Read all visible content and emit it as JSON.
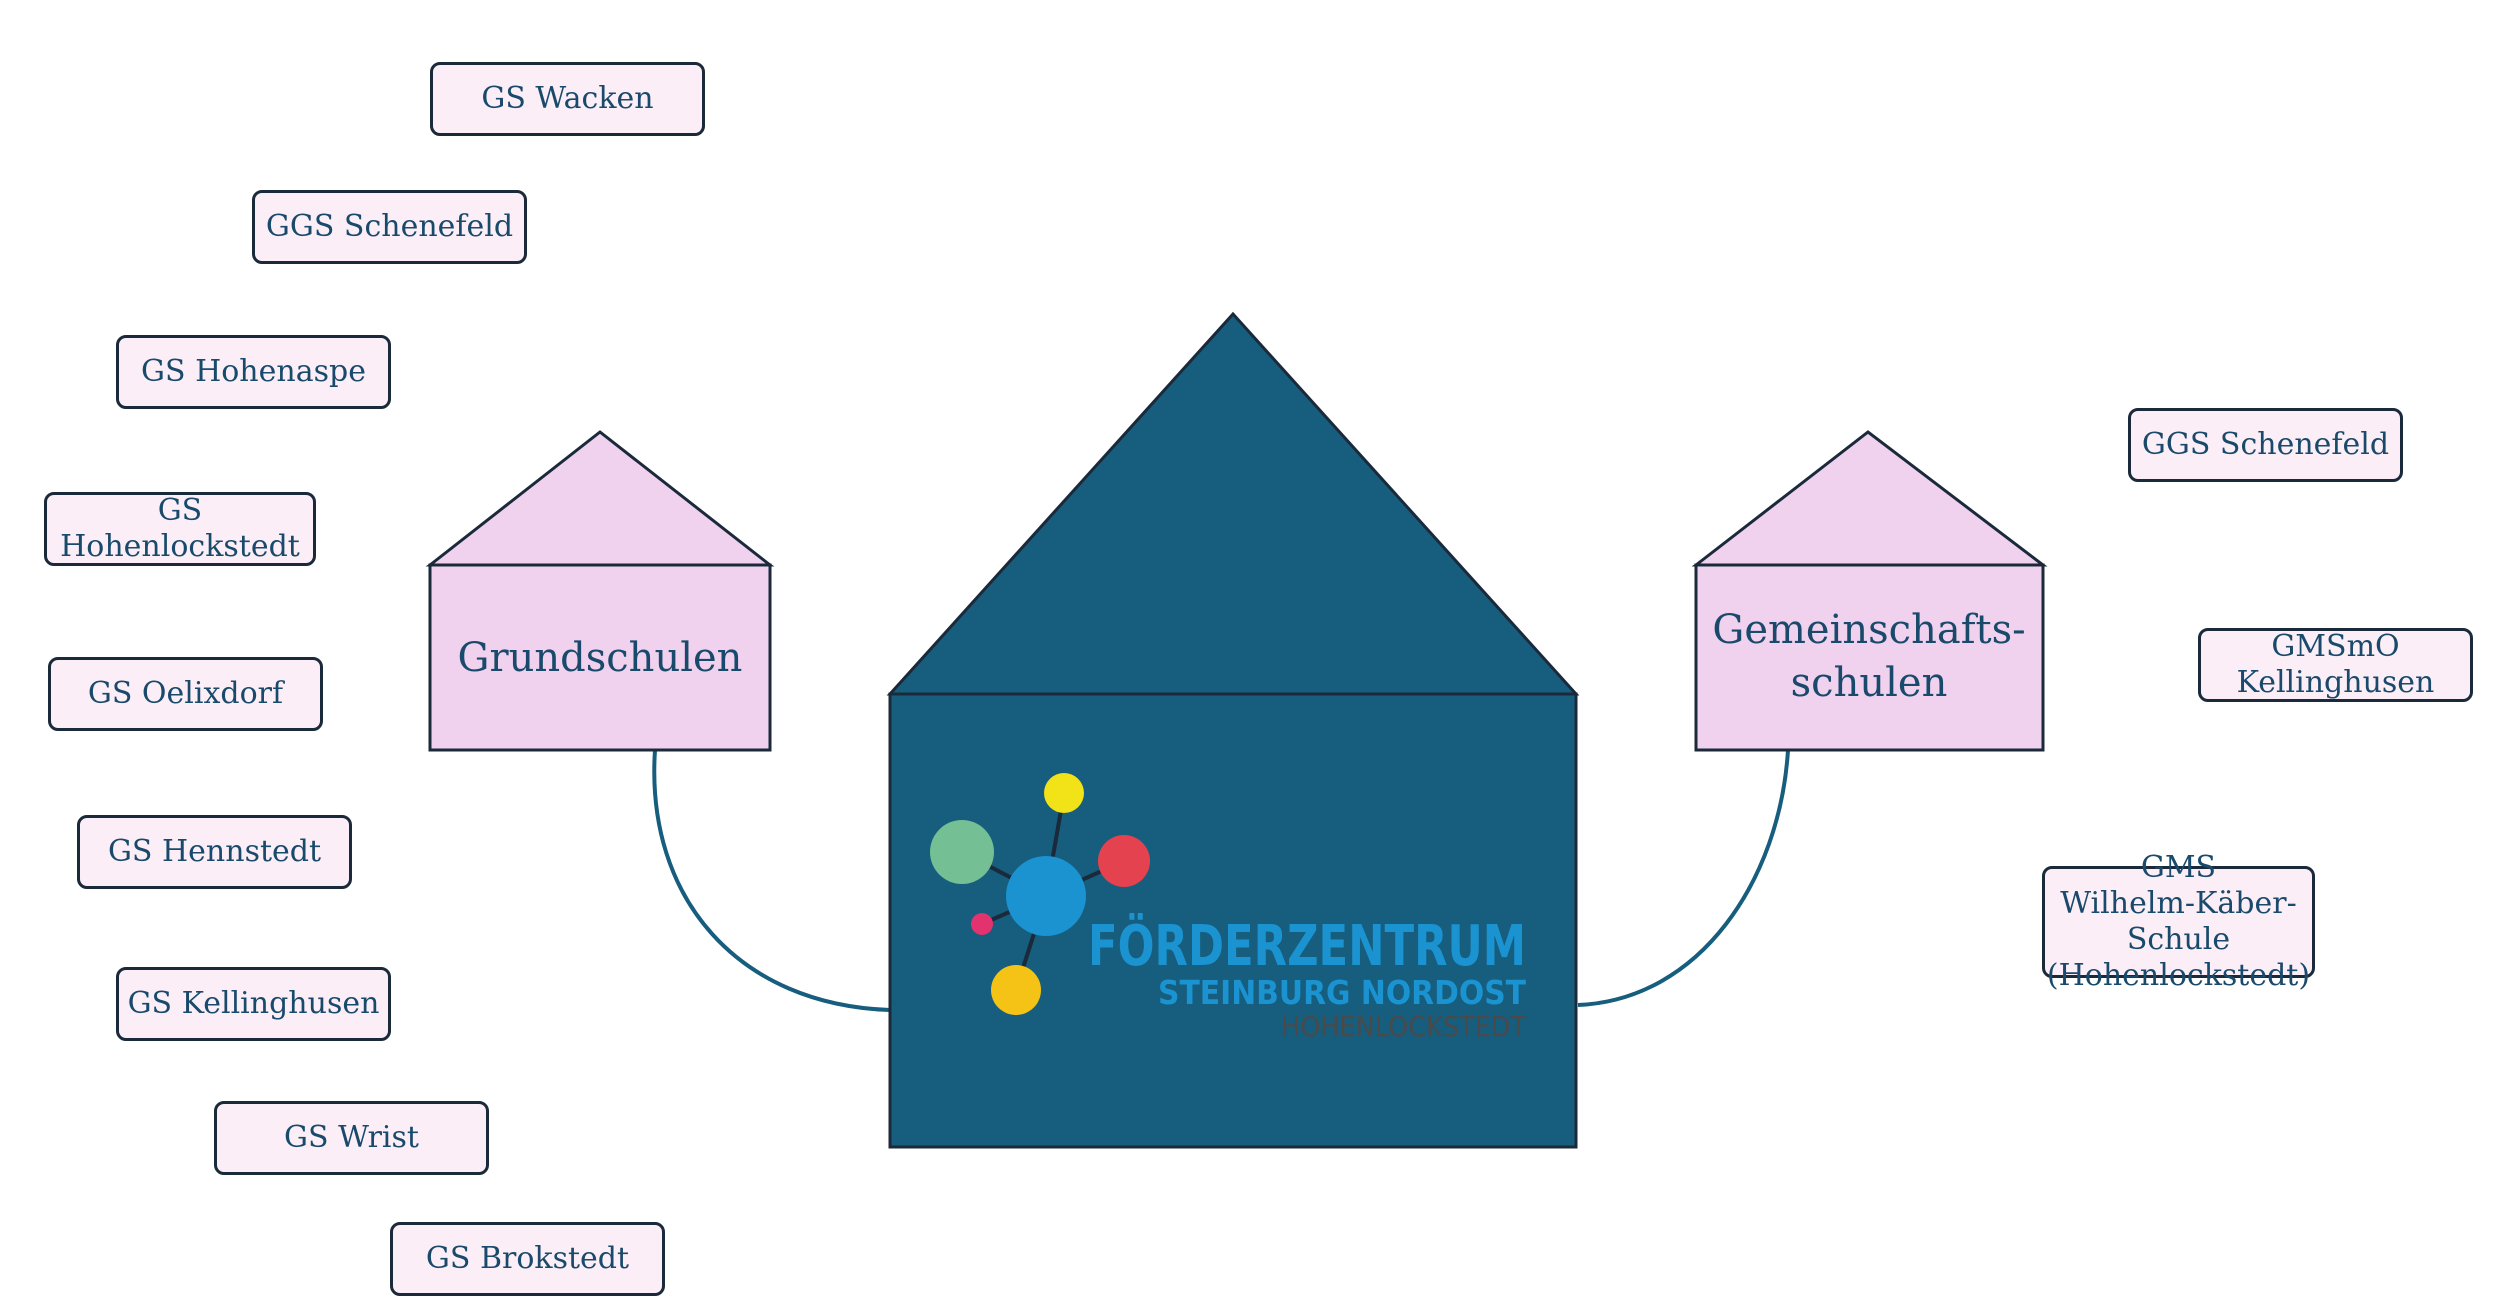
{
  "colors": {
    "main_house": "#165d7e",
    "side_house": "#f0d1ee",
    "box_fill": "#fbeef7",
    "stroke": "#1b2a3a",
    "text": "#1a4a6b",
    "logo_blue": "#1b93d1",
    "logo_grey": "#5a5a5a"
  },
  "left_house": {
    "label": "Grundschulen"
  },
  "right_house": {
    "label_line1": "Gemeinschafts-",
    "label_line2": "schulen"
  },
  "logo": {
    "line1": "FÖRDERZENTRUM",
    "line2": "STEINBURG NORDOST",
    "line3": "HOHENLOCKSTEDT"
  },
  "grundschulen": [
    [
      "GS Wacken"
    ],
    [
      "GGS Schenefeld"
    ],
    [
      "GS Hohenaspe"
    ],
    [
      "GS",
      "Hohenlockstedt"
    ],
    [
      "GS Oelixdorf"
    ],
    [
      "GS Hennstedt"
    ],
    [
      "GS Kellinghusen"
    ],
    [
      "GS Wrist"
    ],
    [
      "GS Brokstedt"
    ]
  ],
  "gemeinschaftsschulen": [
    [
      "GGS Schenefeld"
    ],
    [
      "GMSmO",
      "Kellinghusen"
    ],
    [
      "GMS",
      "Wilhelm-Käber-Schule",
      "(Hohenlockstedt)"
    ]
  ]
}
